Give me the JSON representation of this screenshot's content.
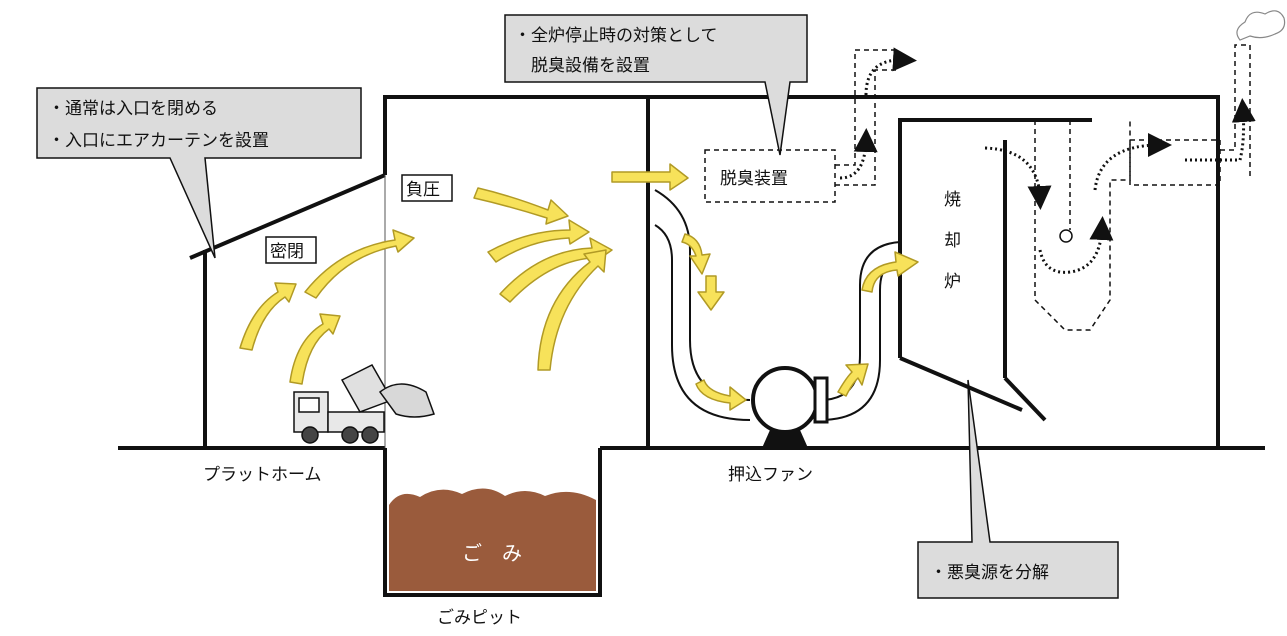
{
  "callouts": {
    "top_left": [
      "・通常は入口を閉める",
      "・入口にエアカーテンを設置"
    ],
    "top_center": [
      "・全炉停止時の対策として",
      "　脱臭設備を設置"
    ],
    "bottom_right": "・悪臭源を分解"
  },
  "labels": {
    "sealed": "密閉",
    "negative_pressure": "負圧",
    "deodorizer": "脱臭装置",
    "incinerator": [
      "焼",
      "却",
      "炉"
    ],
    "platform": "プラットホーム",
    "forced_fan": "押込ファン",
    "waste": "ご　み",
    "waste_pit": "ごみピット"
  },
  "colors": {
    "arrow_fill": "#f7e25a",
    "arrow_stroke": "#b19a25",
    "callout_fill": "#dcdcdc",
    "waste_fill": "#9a5b3c",
    "line": "#111111"
  }
}
